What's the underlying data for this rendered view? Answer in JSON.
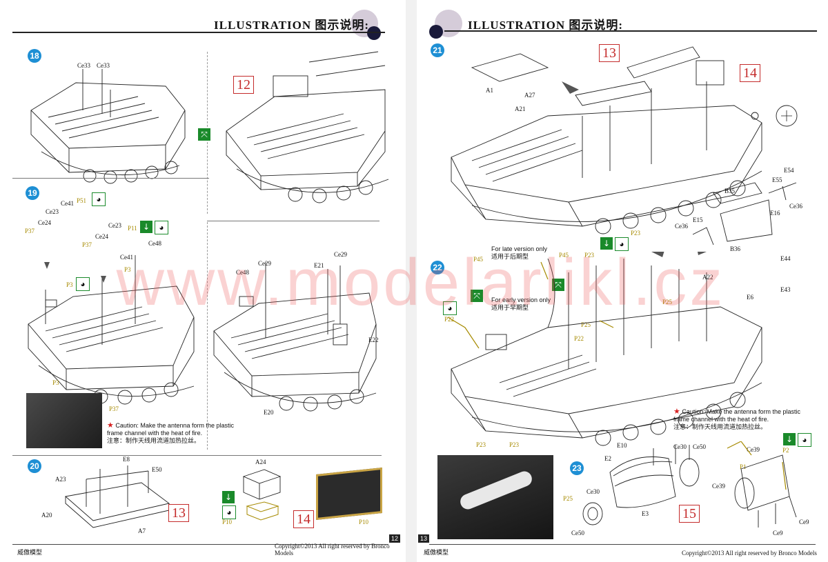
{
  "header": {
    "title_left": "ILLUSTRATION 图示说明:",
    "title_right": "ILLUSTRATION 图示说明:"
  },
  "watermark": "www.modelarlikl.cz",
  "steps": {
    "s18": "18",
    "s19": "19",
    "s20": "20",
    "s21": "21",
    "s22": "22",
    "s23": "23"
  },
  "refs": {
    "r12": "12",
    "r13a": "13",
    "r14a": "14",
    "r13b": "13",
    "r14b": "14",
    "r15": "15"
  },
  "labels_left": {
    "ce33a": "Ce33",
    "ce33b": "Ce33",
    "ce41a": "Ce41",
    "p51": "P51",
    "ce23a": "Ce23",
    "ce24a": "Ce24",
    "p37a": "P37",
    "ce23b": "Ce23",
    "p11": "P11",
    "ce24b": "Ce24",
    "p37b": "P37",
    "ce41b": "Ce41",
    "ce48a": "Ce48",
    "p3a": "P3",
    "p3b": "P3",
    "ce29a": "Ce29",
    "e21": "E21",
    "ce29b": "Ce29",
    "ce48b": "Ce48",
    "e22": "E22",
    "e20": "E20",
    "p3c": "P3",
    "p37c": "P37",
    "e8": "E8",
    "a24": "A24",
    "a23": "A23",
    "e50": "E50",
    "a20": "A20",
    "a7": "A7",
    "p10a": "P10",
    "p10b": "P10"
  },
  "labels_right": {
    "a1": "A1",
    "a27": "A27",
    "a21": "A21",
    "e54": "E54",
    "e55": "E55",
    "ce36a": "Ce36",
    "b35": "B35",
    "e16": "E16",
    "e15": "E15",
    "ce36b": "Ce36",
    "b36": "B36",
    "p23a": "P23",
    "p45a": "P45",
    "p45b": "P45",
    "p23b": "P23",
    "e44": "E44",
    "e43": "E43",
    "a22": "A22",
    "e6": "E6",
    "p25a": "P25",
    "p22a": "P22",
    "p25b": "P25",
    "p22b": "P22",
    "p23c": "P23",
    "p23d": "P23",
    "p25c": "P25",
    "e10": "E10",
    "ce30a": "Ce30",
    "ce50a": "Ce50",
    "e2": "E2",
    "ce30b": "Ce30",
    "e3": "E3",
    "ce50b": "Ce50",
    "ce39a": "Ce39",
    "p2": "P2",
    "ce39b": "Ce39",
    "p1": "P1",
    "ce9a": "Ce9",
    "ce9b": "Ce9"
  },
  "notes": {
    "late_en": "For late version only",
    "late_cn": "适用于后期型",
    "early_en": "For early version only",
    "early_cn": "适用于早期型",
    "caution1_en": "Caution: Make the antenna form the plastic frame channel with the heat of fire.",
    "caution1_cn": "注意：制作天线用流道加热拉丝。",
    "caution2_en": "Caution: Make the antenna form the plastic frame channel with the heat of fire.",
    "caution2_cn": "注意：制作天线用流道加热拉丝。"
  },
  "footer": {
    "left_brand": "威傲模型",
    "left_copyright": "Copyright©2013 All right reserved by Bronco Models",
    "left_page": "12",
    "right_brand": "威傲模型",
    "right_copyright": "Copyright©2013 All right reserved by Bronco Models",
    "right_page": "13"
  },
  "colors": {
    "step_blue": "#1e8fd4",
    "ref_red": "#c42a2a",
    "part_yellow": "#a68a00",
    "icon_green": "#1a8a2a"
  }
}
